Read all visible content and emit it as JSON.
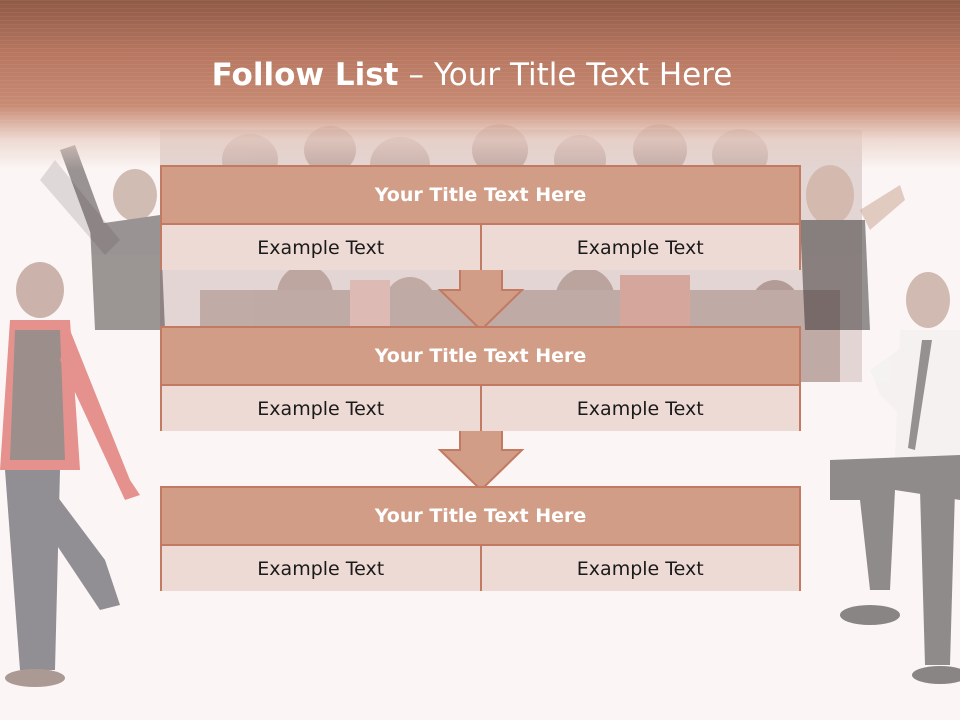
{
  "title": {
    "bold": "Follow List",
    "separator": "–",
    "rest": "Your Title Text Here"
  },
  "blocks": [
    {
      "header": "Your Title Text Here",
      "left": "Example Text",
      "right": "Example Text"
    },
    {
      "header": "Your Title Text Here",
      "left": "Example Text",
      "right": "Example Text"
    },
    {
      "header": "Your Title Text Here",
      "left": "Example Text",
      "right": "Example Text"
    }
  ],
  "colors": {
    "banner": "#b67660",
    "block_header": "#d29d86",
    "block_border": "#c27a62",
    "cell_fill": "#eedad4",
    "arrow_fill": "#d29d86"
  }
}
